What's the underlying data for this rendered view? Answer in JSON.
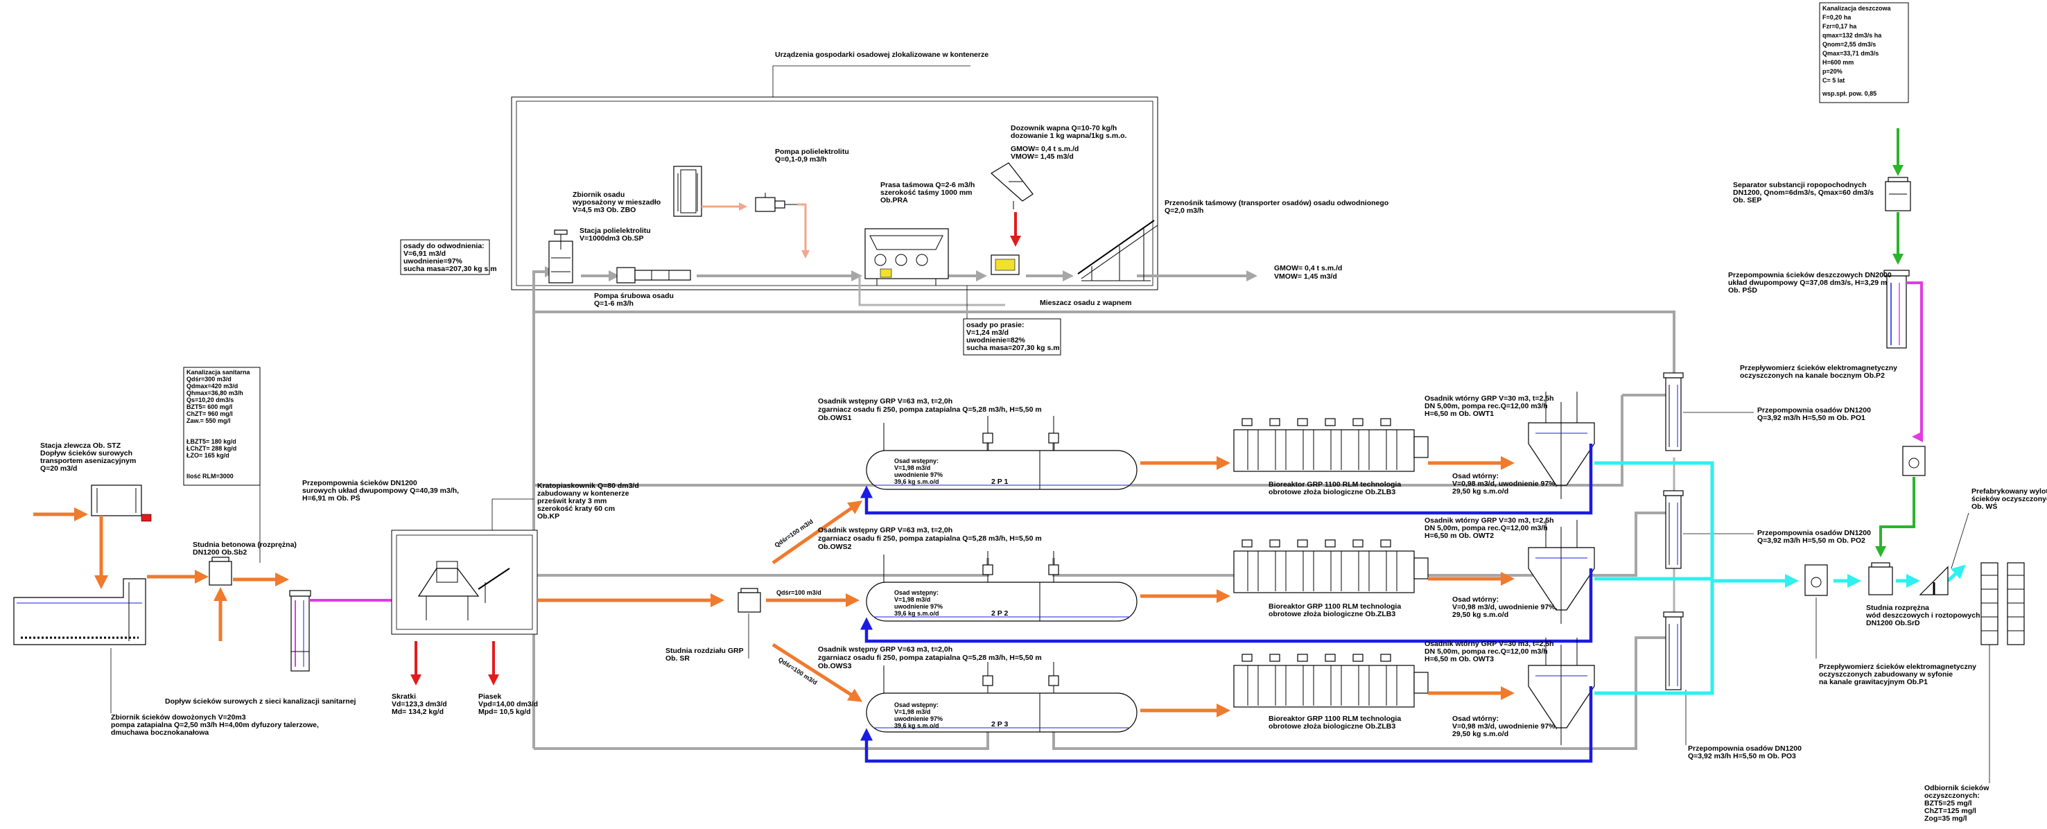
{
  "colors": {
    "sludge_line": "#a6a6a6",
    "raw_sewage": "#f07a2d",
    "polyelectrolyte": "#f4a58a",
    "return_sludge": "#1b1be6",
    "treated_water": "#2ef0f0",
    "pumped_sewage": "#e23be2",
    "storm_water": "#2ab52a",
    "waste_output": "#e11c1c"
  },
  "labels": {
    "container_title": "Urządzenia gospodarki osadowej zlokalizowane w kontenerze",
    "zbo": [
      "Zbiornik osadu",
      "wyposażony w mieszadło",
      "V=4,5 m3 Ob. ZBO"
    ],
    "polyelec_pump": [
      "Pompa polielektrolitu",
      "Q=0,1-0,9 m3/h"
    ],
    "dozownik": [
      "Dozownik wapna Q=10-70 kg/h",
      "dozowanie 1 kg wapna/1kg s.m.o.",
      "GMOW= 0,4 t s.m./d",
      "VMOW= 1,45 m3/d"
    ],
    "press": [
      "Prasa taśmowa Q=2-6 m3/h",
      "szerokość taśmy 1000 mm",
      "Ob.PRA"
    ],
    "transporter": [
      "Przenośnik taśmowy (transporter osadów) osadu odwodnionego",
      "Q=2,0 m3/h"
    ],
    "polyelec_station": [
      "Stacja polielektrolitu",
      "V=1000dm3 Ob.SP"
    ],
    "sludge_in": [
      "osady do odwodnienia:",
      "V=6,91 m3/d",
      "uwodnienie=97%",
      "sucha masa=207,30 kg s.m"
    ],
    "screw_pump": [
      "Pompa śrubowa osadu",
      "Q=1-6 m3/h"
    ],
    "lime_mixer": "Mieszacz osadu z wapnem",
    "gmow_out": [
      "GMOW= 0,4 t s.m./d",
      "VMOW= 1,45 m3/d"
    ],
    "after_press": [
      "osady po prasie:",
      "V=1,24 m3/d",
      "uwodnienie=82%",
      "sucha masa=207,30 kg s.m"
    ],
    "storm_sewer": [
      "Kanalizacja deszczowa",
      "F=0,20 ha",
      "Fzr=0,17 ha",
      "qmax=132 dm3/s ha",
      "Qnom=2,55 dm3/s",
      "Qmax=33,71 dm3/s",
      "H=600 mm",
      "p=20%",
      "C= 5 lat",
      "wsp.spł. pow. 0,85"
    ],
    "sep": [
      "Separator substancji ropopochodnych",
      "DN1200, Qnom=6dm3/s, Qmax=60 dm3/s",
      "Ob. SEP"
    ],
    "psd": [
      "Przepompownia ścieków deszczowych DN2000",
      "układ dwupompowy Q=37,08 dm3/s, H=3,29 m",
      "Ob. PŚD"
    ],
    "p2": [
      "Przepływomierz ścieków elektromagnetyczny",
      "oczyszczonych  na kanale bocznym Ob.P2"
    ],
    "sanitary": [
      "Kanalizacja sanitarna",
      "Qdśr=300 m3/d",
      "Qdmax=420 m3/d",
      "Qhmax=36,80 m3/h",
      "Qs=10,20 dm3/s",
      "BZT5= 600 mg/l",
      "ChZT= 960 mg/l",
      "Zaw.= 550 mg/l",
      "",
      "ŁBZT5= 180 kg/d",
      "ŁChZT= 288 kg/d",
      "ŁZO= 165 kg/d",
      "",
      "Ilość RLM=3000"
    ],
    "stz": [
      "Stacja zlewcza Ob. STZ",
      "Dopływ ścieków surowych",
      "transportem asenizacyjnym",
      "Q=20 m3/d"
    ],
    "sb2": [
      "Studnia betonowa (rozprężna)",
      "DN1200 Ob.Sb2"
    ],
    "ps": [
      "Przepompownia ścieków DN1200",
      "surowych układ dwupompowy Q=40,39 m3/h,",
      "H=6,91 m Ob. PŚ"
    ],
    "kp": [
      "Kratopiaskownik Q=80 dm3/d",
      "zabudowany w kontenerze",
      "prześwit kraty 3 mm",
      "szerokość kraty 60 cm",
      "Ob.KP"
    ],
    "inflow_sanitary": "Dopływ ścieków surowych z sieci kanalizacji sanitarnej",
    "retention": [
      "Zbiornik ścieków dowożonych V=20m3",
      "pompa zatapialna Q=2,50 m3/h H=4,00m dyfuzory talerzowe,",
      "dmuchawa bocznokanałowa"
    ],
    "screenings": [
      "Skratki",
      "Vd=123,3 dm3/d",
      "Md= 134,2 kg/d"
    ],
    "sand": [
      "Piasek",
      "Vpd=14,00 dm3/d",
      "Mpd= 10,5 kg/d"
    ],
    "sr": [
      "Studnia rozdziału GRP",
      "Ob. SR"
    ],
    "flow_qdsr": "Qdśr=100 m3/d",
    "ows": [
      [
        "Osadnik wstępny GRP V=63 m3, t=2,0h",
        "zgarniacz osadu fi 250, pompa zatapialna Q=5,28 m3/h, H=5,50 m",
        "Ob.OWS1"
      ],
      [
        "Osadnik wstępny GRP V=63 m3, t=2,0h",
        "zgarniacz osadu fi 250, pompa zatapialna Q=5,28 m3/h, H=5,50 m",
        "Ob.OWS2"
      ],
      [
        "Osadnik wstępny GRP V=63 m3, t=2,0h",
        "zgarniacz osadu fi 250, pompa zatapialna Q=5,28 m3/h, H=5,50 m",
        "Ob.OWS3"
      ]
    ],
    "primary_sludge": [
      "Osad wstępny:",
      "V=1,98 m3/d",
      "uwodnienie 97%",
      "39,6 kg s.m.o/d"
    ],
    "tank_marks": [
      "2 P 1",
      "2 P 2",
      "2 P 3"
    ],
    "bioreactor": [
      [
        "Bioreaktor GRP 1100 RLM technologia",
        "obrotowe złoża biologiczne Ob.ZLB3"
      ],
      [
        "Bioreaktor GRP 1100 RLM technologia",
        "obrotowe złoża biologiczne Ob.ZLB3"
      ],
      [
        "Bioreaktor GRP 1100 RLM technologia",
        "obrotowe złoża biologiczne Ob.ZLB3"
      ]
    ],
    "owt": [
      [
        "Osadnik wtórny GRP V=30 m3, t=2,5h",
        "DN 5,00m, pompa rec.Q=12,00 m3/h",
        "H=6,50 m Ob. OWT1"
      ],
      [
        "Osadnik wtórny GRP V=30 m3, t=2,5h",
        "DN 5,00m, pompa rec.Q=12,00 m3/h",
        "H=6,50 m Ob. OWT2"
      ],
      [
        "Osadnik wtórny GRP V=30 m3, t=2,5h",
        "DN 5,00m, pompa rec.Q=12,00 m3/h",
        "H=6,50 m Ob. OWT3"
      ]
    ],
    "secondary_sludge": [
      "Osad wtórny:",
      "V=0,98 m3/d, uwodnienie 97%,",
      "29,50 kg s.m.o/d"
    ],
    "po": [
      [
        "Przepompownia osadów DN1200",
        "Q=3,92 m3/h H=5,50 m Ob. PO1"
      ],
      [
        "Przepompownia osadów DN1200",
        "Q=3,92 m3/h H=5,50 m Ob. PO2"
      ],
      [
        "Przepompownia osadów DN1200",
        "Q=3,92 m3/h H=5,50 m Ob. PO3"
      ]
    ],
    "srd": [
      "Studnia rozprężna",
      "wód deszczowych i roztopowych",
      "DN1200 Ob.SrD"
    ],
    "ws": [
      "Prefabrykowany wylot",
      "ścieków oczyszczonych",
      "Ob. WŚ"
    ],
    "p1": [
      "Przepływomierz ścieków elektromagnetyczny",
      "oczyszczonych zabudowany w syfonie",
      "na kanale grawitacyjnym Ob.P1"
    ],
    "receiver": [
      "Odbiornik ścieków",
      "oczyszczonych:",
      "BZT5=25 mg/l",
      "ChZT=125 mg/l",
      "Zog=35 mg/l"
    ]
  }
}
